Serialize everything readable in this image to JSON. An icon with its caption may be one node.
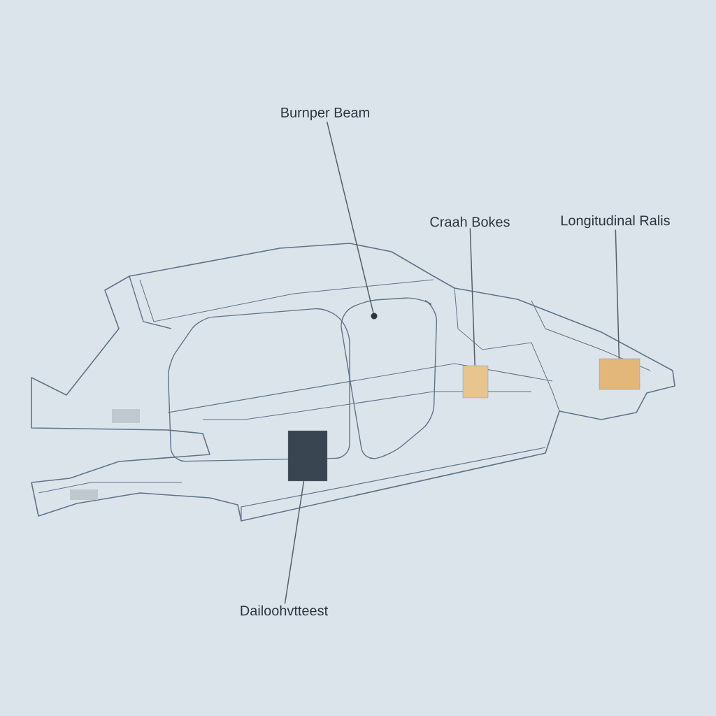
{
  "diagram": {
    "nodes": [
      {
        "text": [
          "Burnper Beam"
        ]
      },
      {
        "text": [
          "Craah Bokes"
        ]
      },
      {
        "text": [
          "Longitudinal Ralis"
        ]
      },
      {
        "text": [
          "Dailoohvtteest"
        ]
      },
      {
        "text": [],
        "shape": "circle"
      },
      {
        "text": [],
        "shape": "box"
      },
      {
        "text": [],
        "shape": "box"
      },
      {
        "text": [],
        "shape": "box"
      }
    ],
    "edges": [
      {
        "from": 0,
        "to": 4,
        "arrow": "none"
      },
      {
        "from": 1,
        "to": 5,
        "arrow": "none"
      },
      {
        "from": 2,
        "to": 6,
        "arrow": "none"
      },
      {
        "from": 3,
        "to": 7,
        "arrow": "none"
      }
    ]
  }
}
